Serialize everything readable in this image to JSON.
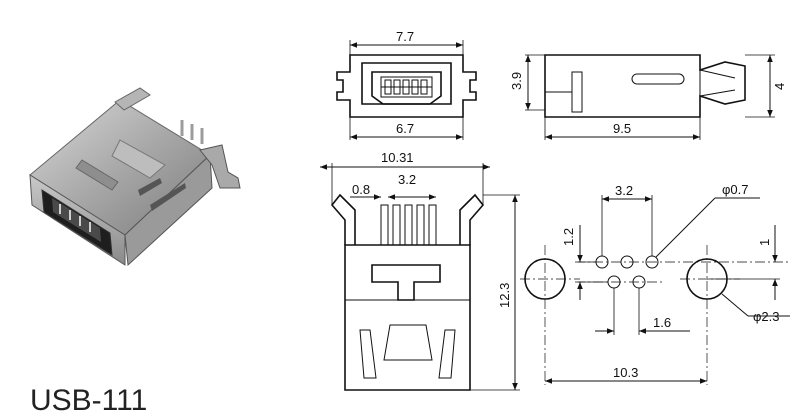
{
  "product": {
    "model": "USB-111"
  },
  "front_view": {
    "width_label": "7.7",
    "inner_width_label": "6.7"
  },
  "side_view": {
    "height_label": "3.9",
    "overall_height_label": "4",
    "length_label": "9.5"
  },
  "top_view": {
    "overall_width_label": "10.31",
    "pin_width_label": "0.8",
    "pin_span_label": "3.2",
    "length_label": "12.3"
  },
  "footprint": {
    "pin_span_label": "3.2",
    "hole_diameter_label": "φ0.7",
    "row_offset_label": "1.2",
    "row_gap_label": "1",
    "pitch_label": "1.6",
    "mount_hole_diameter_label": "φ2.3",
    "mount_span_label": "10.3"
  }
}
